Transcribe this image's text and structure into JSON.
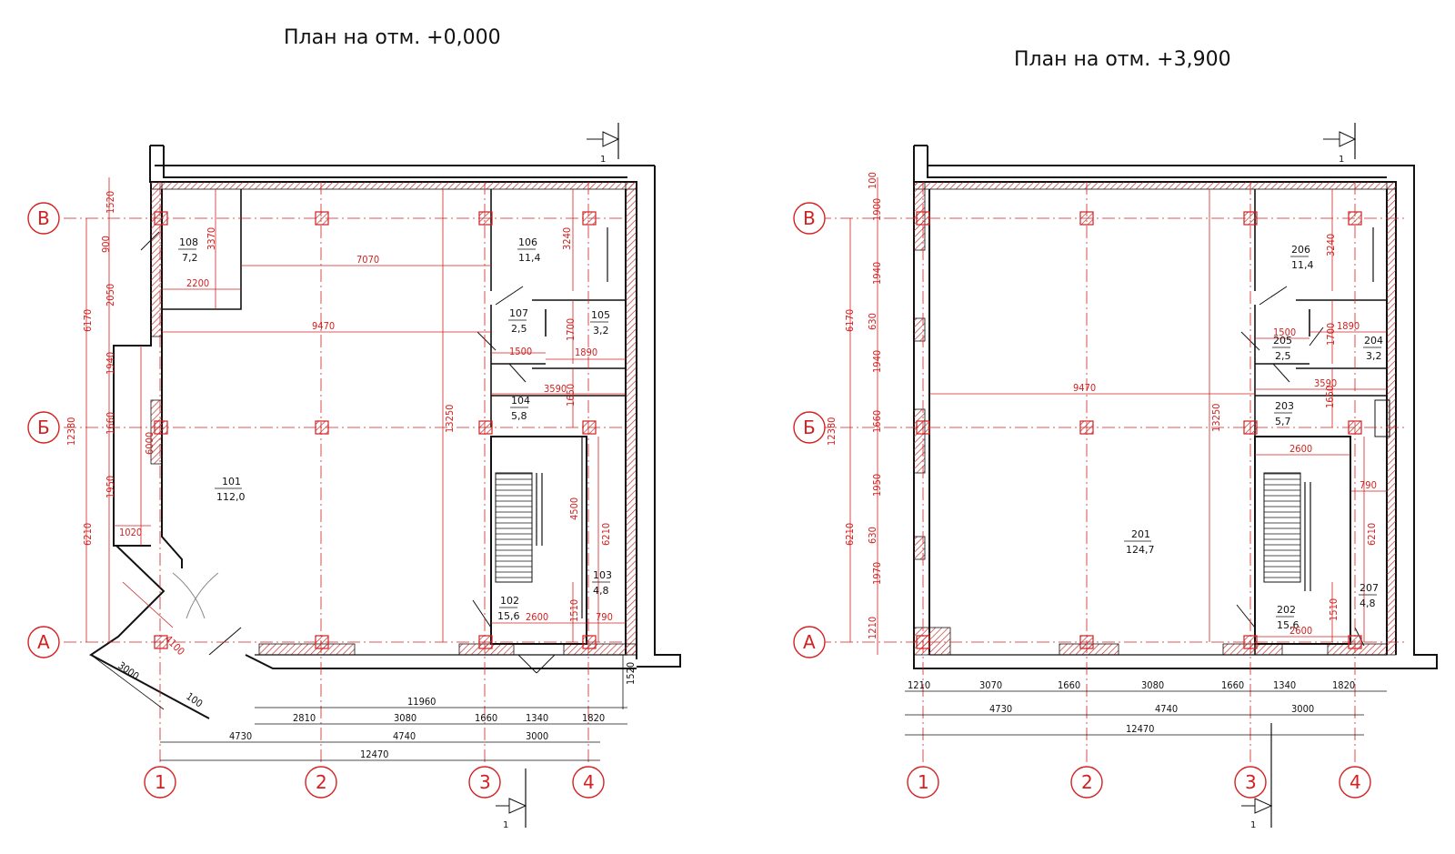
{
  "plans": [
    {
      "title": "План на отм. +0,000",
      "section_mark": "1",
      "axes_x": [
        "1",
        "2",
        "3",
        "4"
      ],
      "axes_y": [
        "В",
        "Б",
        "А"
      ],
      "rooms": [
        {
          "number": "108",
          "area": "7,2"
        },
        {
          "number": "106",
          "area": "11,4"
        },
        {
          "number": "107",
          "area": "2,5"
        },
        {
          "number": "105",
          "area": "3,2"
        },
        {
          "number": "104",
          "area": "5,8"
        },
        {
          "number": "101",
          "area": "112,0"
        },
        {
          "number": "103",
          "area": "4,8"
        },
        {
          "number": "102",
          "area": "15,6"
        }
      ],
      "dims_red": [
        "7070",
        "2200",
        "3370",
        "3240",
        "9470",
        "1500",
        "1700",
        "1890",
        "3590",
        "1650",
        "13250",
        "4500",
        "6210",
        "2600",
        "1510",
        "790",
        "1020",
        "6000",
        "4100",
        "1520",
        "900",
        "2050",
        "1940",
        "1660",
        "1950",
        "6170",
        "6210",
        "12380"
      ],
      "dims_black": [
        "11960",
        "2810",
        "3080",
        "1660",
        "1340",
        "1820",
        "4730",
        "4740",
        "3000",
        "12470",
        "1520",
        "3000",
        "100"
      ]
    },
    {
      "title": "План на отм. +3,900",
      "section_mark": "1",
      "axes_x": [
        "1",
        "2",
        "3",
        "4"
      ],
      "axes_y": [
        "В",
        "Б",
        "А"
      ],
      "rooms": [
        {
          "number": "206",
          "area": "11,4"
        },
        {
          "number": "205",
          "area": "2,5"
        },
        {
          "number": "204",
          "area": "3,2"
        },
        {
          "number": "203",
          "area": "5,7"
        },
        {
          "number": "201",
          "area": "124,7"
        },
        {
          "number": "207",
          "area": "4,8"
        },
        {
          "number": "202",
          "area": "15,6"
        }
      ],
      "dims_red": [
        "3240",
        "1500",
        "1890",
        "1700",
        "3590",
        "1650",
        "9470",
        "13250",
        "2600",
        "790",
        "6210",
        "2600",
        "1510",
        "100",
        "1900",
        "1940",
        "630",
        "1940",
        "1660",
        "1950",
        "630",
        "1970",
        "1210",
        "6170",
        "6210",
        "12380"
      ],
      "dims_black": [
        "1210",
        "3070",
        "1660",
        "3080",
        "1660",
        "1340",
        "1820",
        "4730",
        "4740",
        "3000",
        "12470"
      ]
    }
  ],
  "colors": {
    "axis": "#d32020",
    "wall": "#111111",
    "hatch": "#b33"
  }
}
